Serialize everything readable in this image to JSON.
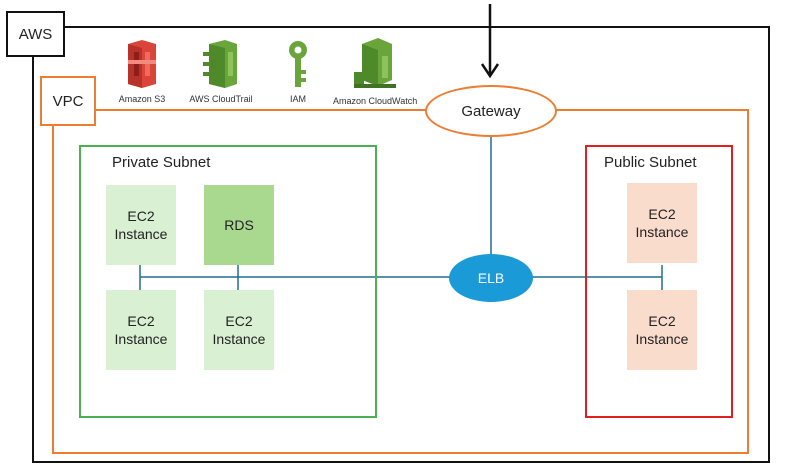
{
  "aws_label": "AWS",
  "vpc_label": "VPC",
  "gateway_label": "Gateway",
  "elb_label": "ELB",
  "services": [
    {
      "label": "Amazon S3",
      "icon": "amazon-s3-icon",
      "color": "#d9453a"
    },
    {
      "label": "AWS CloudTrail",
      "icon": "aws-cloudtrail-icon",
      "color": "#6aa53b"
    },
    {
      "label": "IAM",
      "icon": "iam-key-icon",
      "color": "#6aa53b"
    },
    {
      "label": "Amazon CloudWatch",
      "icon": "amazon-cloudwatch-icon",
      "color": "#6aa53b"
    }
  ],
  "private_subnet": {
    "title": "Private Subnet",
    "border_color": "#4caf50",
    "nodes": [
      {
        "line1": "EC2",
        "line2": "Instance"
      },
      {
        "line1": "RDS",
        "line2": ""
      },
      {
        "line1": "EC2",
        "line2": "Instance"
      },
      {
        "line1": "EC2",
        "line2": "Instance"
      }
    ]
  },
  "public_subnet": {
    "title": "Public Subnet",
    "border_color": "#e02020",
    "nodes": [
      {
        "line1": "EC2",
        "line2": "Instance"
      },
      {
        "line1": "EC2",
        "line2": "Instance"
      }
    ]
  },
  "colors": {
    "vpc_border": "#ed7d31",
    "ec2_private_fill": "#d9f0d3",
    "rds_fill": "#a9d98f",
    "ec2_public_fill": "#fadccd",
    "elb_fill": "#1a9ad6",
    "link_line": "#1f6f8b"
  }
}
